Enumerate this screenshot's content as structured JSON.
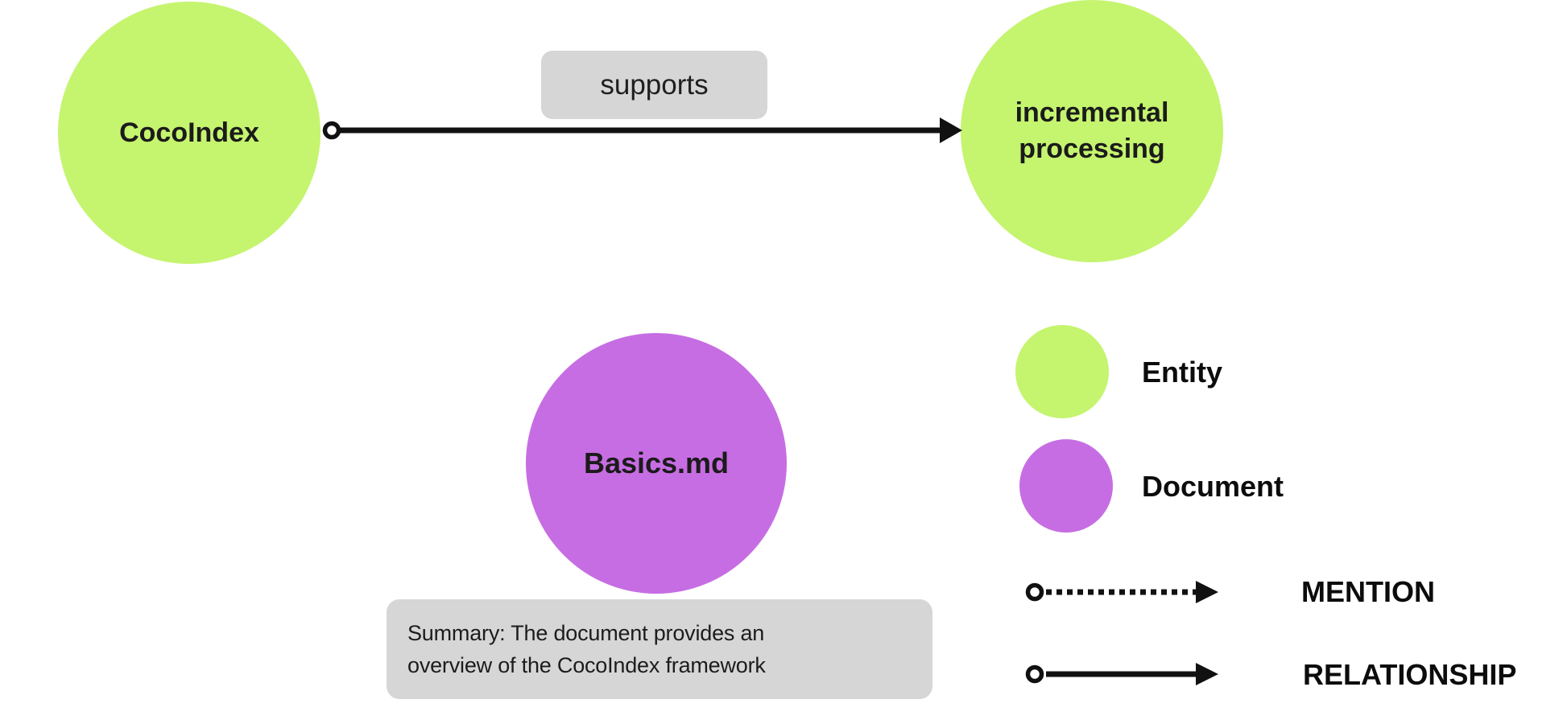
{
  "diagram": {
    "background": "#ffffff",
    "colors": {
      "entity_fill": "#c5f46f",
      "document_fill": "#c76de3",
      "label_box_fill": "#d6d6d6",
      "edge_color": "#111111",
      "text_color": "#1b1b1b"
    },
    "nodes": [
      {
        "id": "cocoindex",
        "label": "CocoIndex",
        "type": "entity"
      },
      {
        "id": "incremental-processing",
        "label": "incremental processing",
        "type": "entity"
      },
      {
        "id": "basics-md",
        "label": "Basics.md",
        "type": "document"
      }
    ],
    "edge": {
      "label": "supports",
      "from": "CocoIndex",
      "to": "incremental processing",
      "style": "relationship"
    },
    "summary": {
      "lines": [
        "Summary: The document provides an",
        "overview of the CocoIndex framework"
      ]
    },
    "legend": {
      "entity_label": "Entity",
      "document_label": "Document",
      "mention_label": "MENTION",
      "relationship_label": "RELATIONSHIP"
    }
  }
}
